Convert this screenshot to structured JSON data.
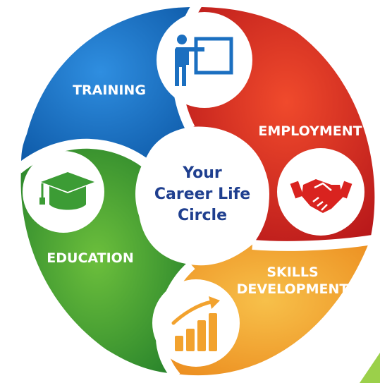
{
  "center": {
    "line1": "Your",
    "line2": "Career Life",
    "line3": "Circle"
  },
  "segments": {
    "training": {
      "label": "TRAINING",
      "color": "#1b6fc0",
      "icon": "presenter-whiteboard-icon"
    },
    "employment": {
      "label": "EMPLOYMENT",
      "color": "#d9231f",
      "icon": "handshake-icon"
    },
    "skills": {
      "line1": "SKILLS",
      "line2": "DEVELOPMENT",
      "color": "#f2a22e",
      "icon": "rising-bar-chart-icon"
    },
    "education": {
      "label": "EDUCATION",
      "color": "#3c9c35",
      "icon": "graduation-cap-icon"
    }
  },
  "colors": {
    "center_text": "#1f3f8f",
    "icon_blue": "#1b6fc0",
    "icon_red": "#d9231f",
    "icon_orange": "#f2a22e",
    "icon_green": "#3c9c35"
  }
}
